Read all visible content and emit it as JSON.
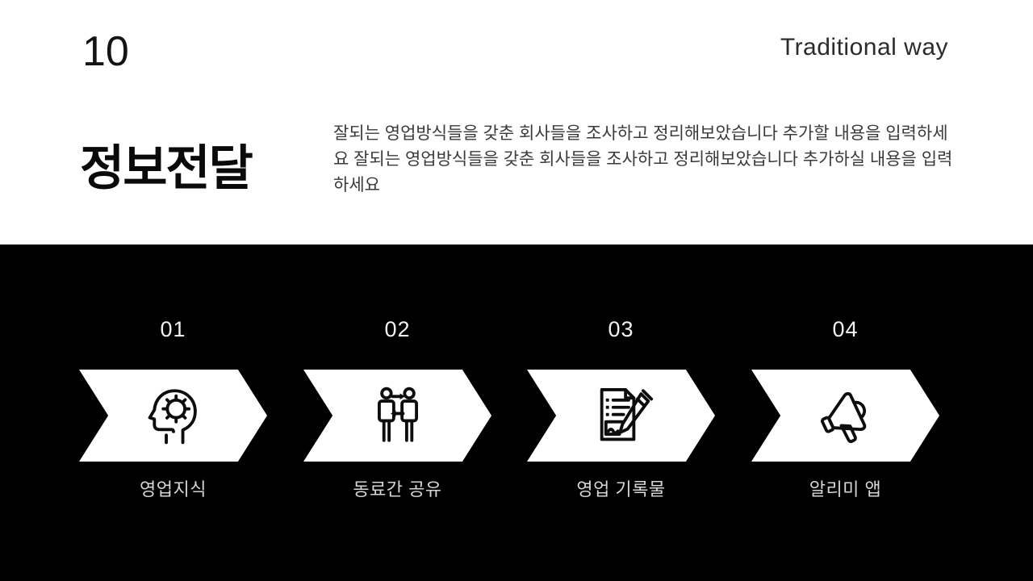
{
  "slide": {
    "page_number": "10",
    "header_right": "Traditional way",
    "title": "정보전달",
    "description": "잘되는 영업방식들을 갖춘 회사들을 조사하고 정리해보았습니다 추가할 내용을 입력하세요 잘되는 영업방식들을 갖춘 회사들을 조사하고 정리해보았습니다 추가하실 내용을 입력하세요"
  },
  "process": {
    "steps": [
      {
        "number": "01",
        "label": "영업지식",
        "icon": "head-gear-icon"
      },
      {
        "number": "02",
        "label": "동료간 공유",
        "icon": "people-exchange-icon"
      },
      {
        "number": "03",
        "label": "영업 기록물",
        "icon": "document-pen-icon"
      },
      {
        "number": "04",
        "label": "알리미 앱",
        "icon": "megaphone-icon"
      }
    ]
  },
  "colors": {
    "band_background": "#000000",
    "chevron_background": "#ffffff",
    "title_text": "#0a0a0a",
    "body_text": "#3a3a3a",
    "step_number_text": "#f2f2f2",
    "step_label_text": "#d6d6d6"
  }
}
